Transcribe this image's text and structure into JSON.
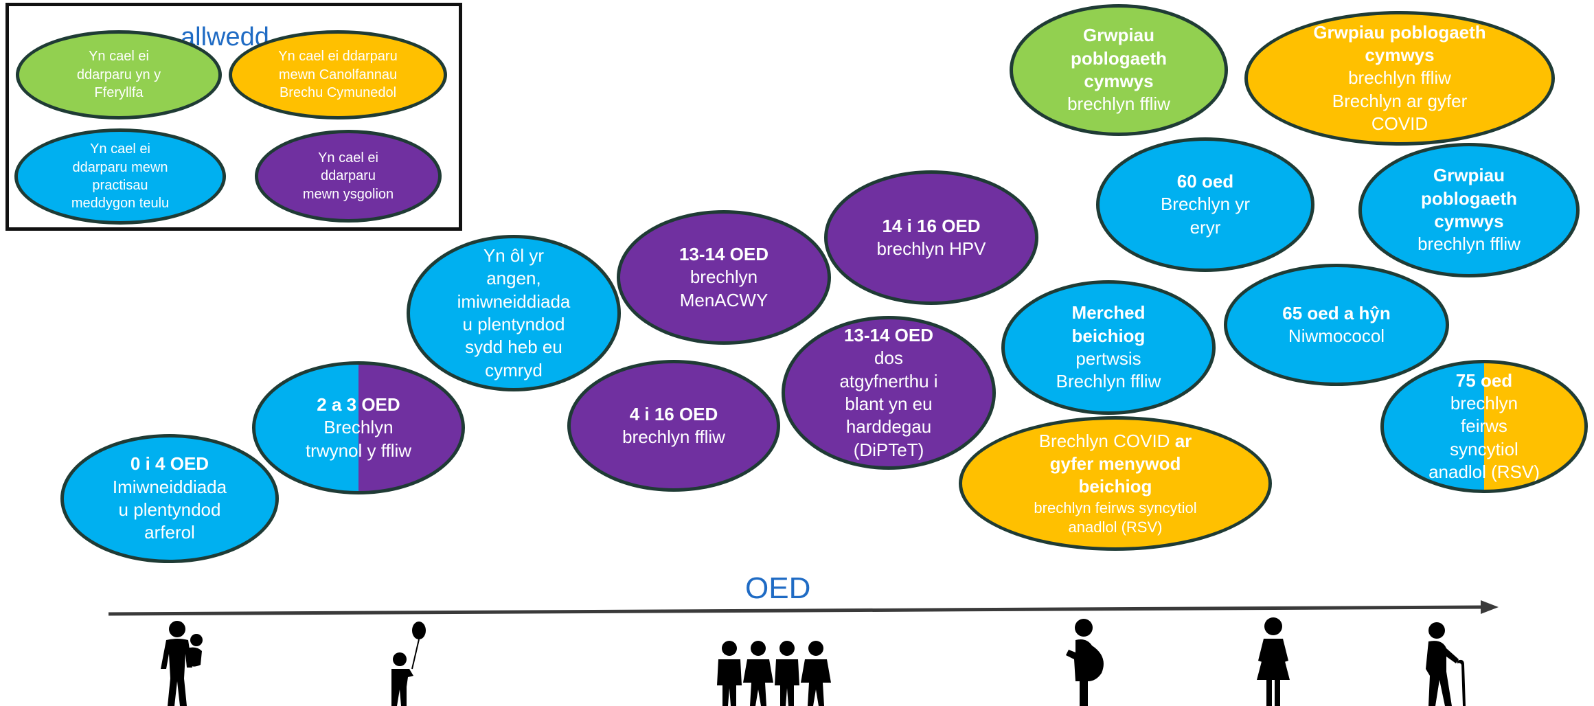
{
  "legend": {
    "title": "allwedd",
    "items": [
      {
        "color": "#92d050",
        "lines": [
          "Yn cael ei",
          "ddarparu yn y",
          "Fferyllfa"
        ]
      },
      {
        "color": "#ffc000",
        "lines": [
          "Yn cael ei ddarparu",
          "mewn Canolfannau",
          "Brechu Cymunedol"
        ]
      },
      {
        "color": "#00b0f0",
        "lines": [
          "Yn cael ei",
          "ddarparu mewn",
          "practisau",
          "meddygon teulu"
        ]
      },
      {
        "color": "#7030a0",
        "lines": [
          "Yn cael ei",
          "ddarparu",
          "mewn ysgolion"
        ]
      }
    ]
  },
  "axis": {
    "label": "OED"
  },
  "icons": [
    "parent-with-baby-icon",
    "child-with-balloon-icon",
    "group-of-children-icon",
    "pregnant-woman-icon",
    "woman-icon",
    "elderly-person-with-cane-icon"
  ],
  "bubbles": {
    "b1": {
      "bold": "0 i 4 OED",
      "lines": [
        "Imiwneiddiada",
        "u plentyndod",
        "arferol"
      ]
    },
    "b2": {
      "bold": "2 a 3 OED",
      "lines": [
        "Brechlyn",
        "trwynol y ffliw"
      ]
    },
    "b3": {
      "lines": [
        "Yn ôl yr",
        "angen,",
        "imiwneiddiada",
        "u plentyndod",
        "sydd heb eu",
        "cymryd"
      ]
    },
    "b4": {
      "bold": "4 i 16 OED",
      "lines": [
        "brechlyn ffliw"
      ]
    },
    "b5": {
      "bold": "13-14 OED",
      "lines": [
        "brechlyn",
        "MenACWY"
      ]
    },
    "b6": {
      "bold": "14 i 16 OED",
      "lines": [
        "brechlyn HPV"
      ]
    },
    "b7": {
      "bold": "13-14 OED",
      "lines": [
        "dos",
        "atgyfnerthu i",
        "blant yn eu",
        "harddegau",
        "(DiPTeT)"
      ]
    },
    "b8": {
      "bold_lines": [
        "Merched",
        "beichiog"
      ],
      "lines": [
        "pertwsis",
        "Brechlyn ffliw"
      ]
    },
    "b9": {
      "first_line": "Brechlyn COVID",
      "first_bold": "ar",
      "bold_lines": [
        "gyfer menywod",
        "beichiog"
      ],
      "lines": [
        "brechlyn feirws syncytiol",
        "anadlol (RSV)"
      ]
    },
    "b10": {
      "bold_lines": [
        "Grwpiau",
        "poblogaeth",
        "cymwys"
      ],
      "lines": [
        "brechlyn ffliw"
      ]
    },
    "b11": {
      "bold": "60 oed",
      "lines": [
        "Brechlyn yr",
        "eryr"
      ]
    },
    "b12": {
      "bold_lines": [
        "Grwpiau poblogaeth",
        "cymwys"
      ],
      "lines": [
        "brechlyn ffliw",
        "Brechlyn ar gyfer",
        "COVID"
      ]
    },
    "b13": {
      "bold_lines": [
        "Grwpiau",
        "poblogaeth",
        "cymwys"
      ],
      "lines": [
        "brechlyn ffliw"
      ]
    },
    "b14": {
      "bold": "65 oed a hŷn",
      "lines": [
        "Niwmococol"
      ]
    },
    "b15": {
      "bold": "75 oed",
      "lines": [
        "brechlyn",
        "feirws",
        "syncytiol",
        "anadlol (RSV)"
      ]
    }
  }
}
